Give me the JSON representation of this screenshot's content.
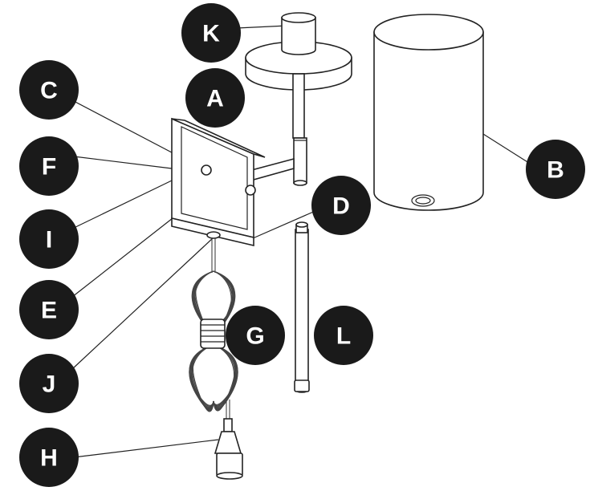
{
  "callouts": {
    "A": "A",
    "B": "B",
    "C": "C",
    "D": "D",
    "E": "E",
    "F": "F",
    "G": "G",
    "H": "H",
    "I": "I",
    "J": "J",
    "K": "K",
    "L": "L"
  },
  "colors": {
    "callout_fill": "#1a1a1a",
    "callout_text": "#ffffff",
    "line": "#222222"
  }
}
